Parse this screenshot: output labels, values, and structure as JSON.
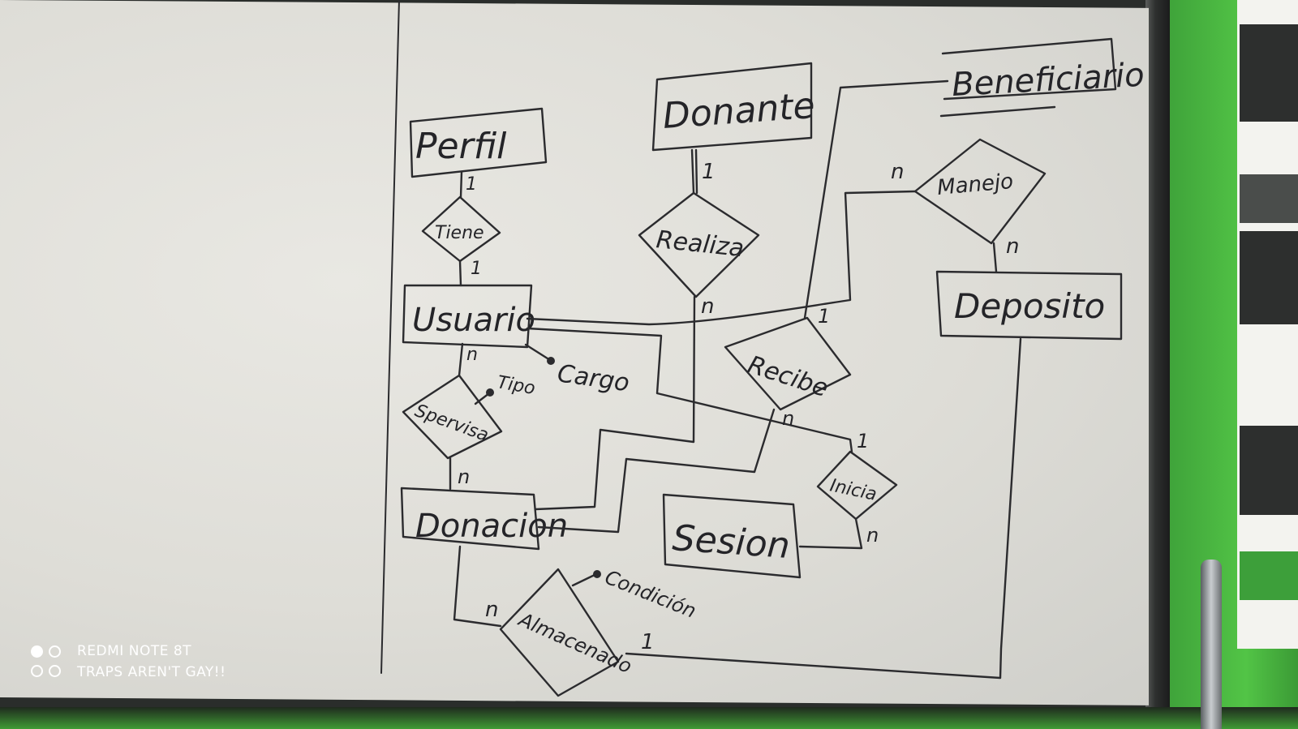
{
  "watermark": {
    "device": "REDMI NOTE 8T",
    "caption": "TRAPS AREN'T GAY!!"
  },
  "diagram": {
    "entities": {
      "perfil": "Perfil",
      "usuario": "Usuario",
      "donante": "Donante",
      "beneficiario": "Beneficiario",
      "deposito": "Deposito",
      "donacion": "Donacion",
      "sesion": "Sesion"
    },
    "relationships": {
      "tiene": "Tiene",
      "realiza": "Realiza",
      "manejo": "Manejo",
      "recibe": "Recibe",
      "supervisa": "Spervisa",
      "inicia": "Inicia",
      "almacenado": "Almacenado"
    },
    "attributes": {
      "cargo": "Cargo",
      "tipo": "Tipo",
      "condicion": "Condición"
    },
    "cardinalities": {
      "perfil_tiene": "1",
      "tiene_usuario": "1",
      "donante_realiza": "1",
      "realiza_n": "n",
      "manejo_n_left": "n",
      "manejo_n_right": "n",
      "recibe_1": "1",
      "recibe_n": "n",
      "usuario_supervisa": "n",
      "supervisa_donacion": "n",
      "inicia_1": "1",
      "inicia_n": "n",
      "almacenado_n": "n",
      "almacenado_1": "1"
    }
  }
}
